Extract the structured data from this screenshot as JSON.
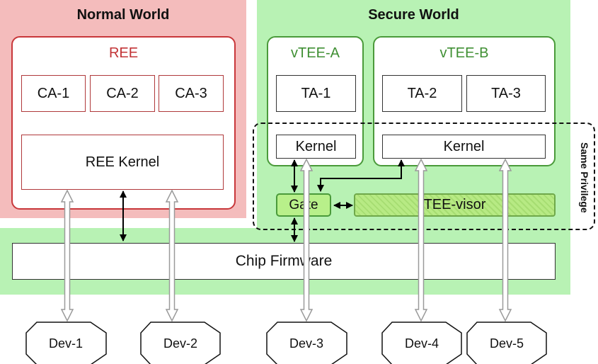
{
  "normal_world": {
    "title": "Normal World",
    "ree": {
      "title": "REE",
      "client_apps": [
        "CA-1",
        "CA-2",
        "CA-3"
      ],
      "kernel": "REE Kernel"
    }
  },
  "secure_world": {
    "title": "Secure World",
    "vtee_a": {
      "title": "vTEE-A",
      "apps": [
        "TA-1"
      ],
      "kernel": "Kernel"
    },
    "vtee_b": {
      "title": "vTEE-B",
      "apps": [
        "TA-2",
        "TA-3"
      ],
      "kernel": "Kernel"
    },
    "gate": "Gate",
    "tee_visor": "TEE-visor",
    "same_privilege_label": "Same Privilege"
  },
  "firmware": "Chip Firmware",
  "devices": [
    "Dev-1",
    "Dev-2",
    "Dev-3",
    "Dev-4",
    "Dev-5"
  ],
  "colors": {
    "normal_bg": "#f4bcbc",
    "secure_bg": "#b8f2b4",
    "ree_border": "#c8373a",
    "vtee_border": "#4a9a3a",
    "gate_fill": "#b8f08a",
    "teevisor_fill": "#b7ea84"
  }
}
